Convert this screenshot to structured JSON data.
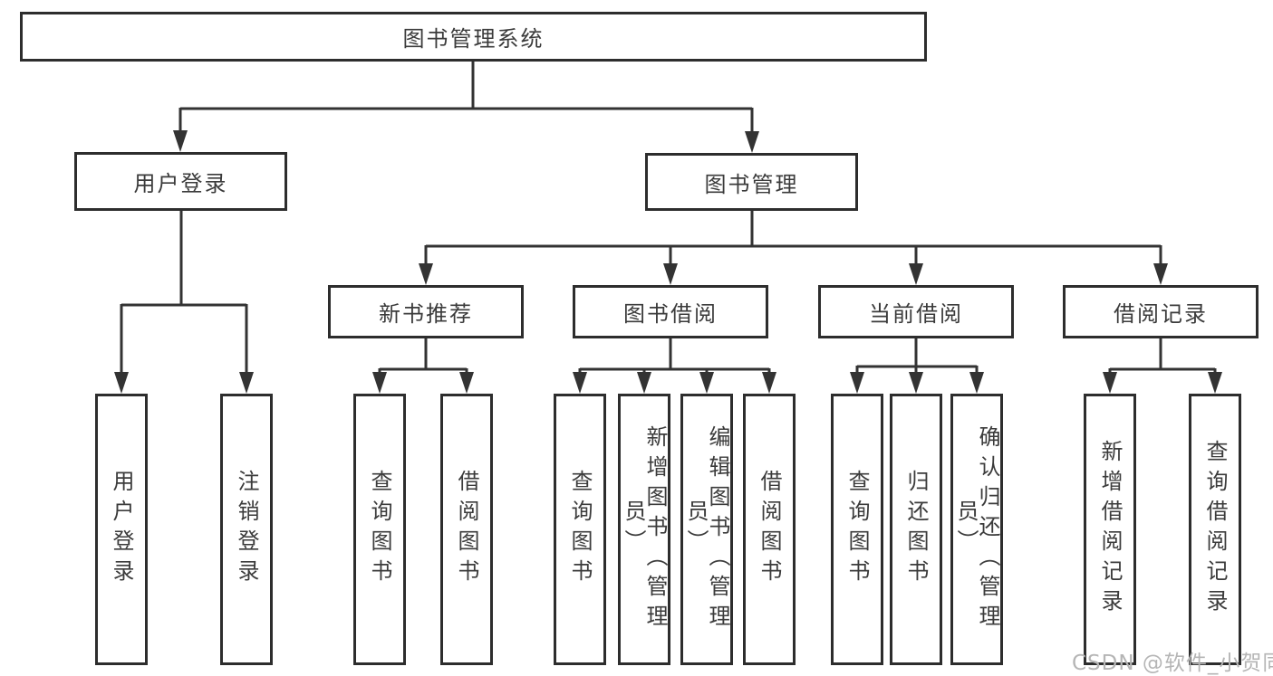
{
  "diagram": {
    "root": {
      "label": "图书管理系统"
    },
    "branches": [
      {
        "label": "用户登录",
        "children": [
          {
            "label": "用户登录"
          },
          {
            "label": "注销登录"
          }
        ]
      },
      {
        "label": "图书管理",
        "children": [
          {
            "label": "新书推荐",
            "children": [
              {
                "label": "查询图书"
              },
              {
                "label": "借阅图书"
              }
            ]
          },
          {
            "label": "图书借阅",
            "children": [
              {
                "label": "查询图书"
              },
              {
                "label": "新增图书（管理员）"
              },
              {
                "label": "编辑图书（管理员）"
              },
              {
                "label": "借阅图书"
              }
            ]
          },
          {
            "label": "当前借阅",
            "children": [
              {
                "label": "查询图书"
              },
              {
                "label": "归还图书"
              },
              {
                "label": "确认归还（管理员）"
              }
            ]
          },
          {
            "label": "借阅记录",
            "children": [
              {
                "label": "新增借阅记录"
              },
              {
                "label": "查询借阅记录"
              }
            ]
          }
        ]
      }
    ]
  },
  "watermark": {
    "text": "CSDN @软件_小贺同学"
  },
  "colors": {
    "line": "#333333",
    "border": "#2d2d2d",
    "text": "#3b3b3b",
    "watermark": "#b5b5b5"
  }
}
